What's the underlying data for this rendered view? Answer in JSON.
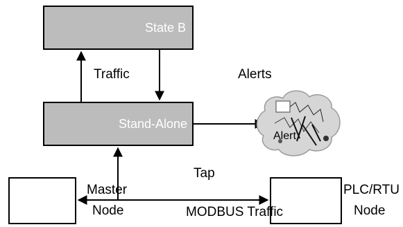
{
  "diagram": {
    "state_box": {
      "label": "State B"
    },
    "ids_box": {
      "label": "Stand-Alone"
    },
    "master_box": {
      "caption_line1": "Master",
      "caption_line2": "Node"
    },
    "plc_box": {
      "caption_line1": "PLC/RTU",
      "caption_line2": "Node"
    },
    "labels": {
      "traffic": "Traffic",
      "alerts": "Alerts",
      "tap": "Tap",
      "modbus_traffic": "MODBUS Traffic",
      "alert_cloud_text": "Alert"
    },
    "colors": {
      "gray_box": "#bcbcbc",
      "line": "#000000"
    }
  }
}
